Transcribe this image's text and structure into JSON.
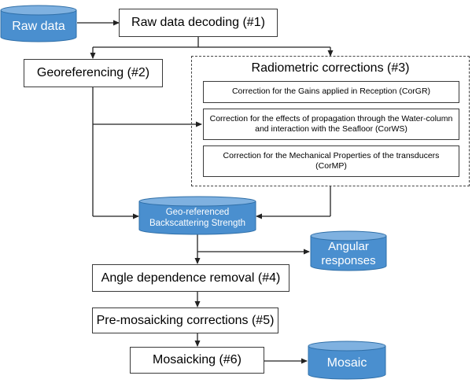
{
  "colors": {
    "db_fill": "#4a8fcf",
    "db_top": "#7fb1e0",
    "db_stroke": "#2f6fa8",
    "line": "#222222"
  },
  "nodes": {
    "raw_data": "Raw data",
    "decoding": "Raw data decoding (#1)",
    "georef": "Georeferencing (#2)",
    "radiometric_title": "Radiometric corrections (#3)",
    "corgr": "Correction for the Gains applied in Reception (CorGR)",
    "corws": "Correction for the effects of propagation through the Water-column and interaction with the Seafloor (CorWS)",
    "cormp": "Correction for the Mechanical Properties of the transducers (CorMP)",
    "backscatter": "Geo-referenced Backscattering Strength",
    "angular": "Angular responses",
    "angle_removal": "Angle dependence removal (#4)",
    "premosaic": "Pre-mosaicking corrections (#5)",
    "mosaicking": "Mosaicking (#6)",
    "mosaic": "Mosaic"
  }
}
